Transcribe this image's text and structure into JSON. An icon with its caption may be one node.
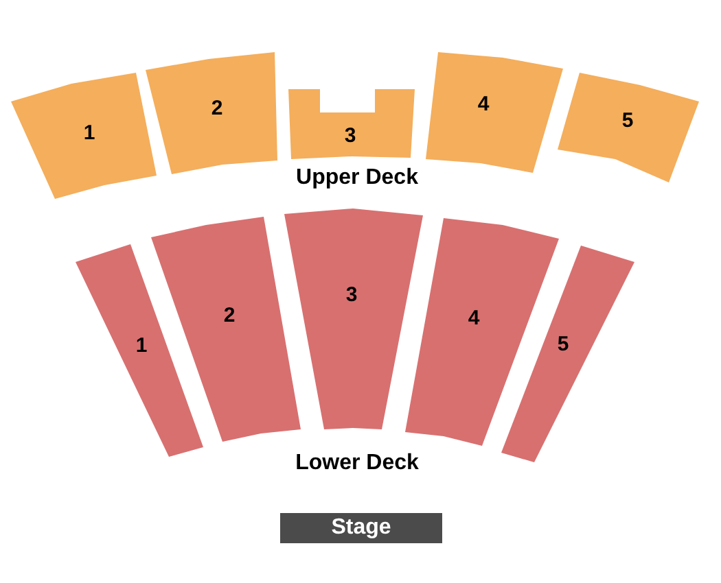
{
  "diagram": {
    "nodes": [
      {
        "text": [
          "1"
        ]
      },
      {
        "text": [
          "2"
        ]
      },
      {
        "text": [
          "3"
        ]
      },
      {
        "text": [
          "4"
        ]
      },
      {
        "text": [
          "5"
        ]
      },
      {
        "text": [
          "1"
        ]
      },
      {
        "text": [
          "2"
        ]
      },
      {
        "text": [
          "3"
        ]
      },
      {
        "text": [
          "4"
        ]
      },
      {
        "text": [
          "5"
        ]
      },
      {
        "text": [
          "Stage"
        ]
      }
    ],
    "labels": [
      "Upper Deck",
      "Lower Deck"
    ]
  }
}
